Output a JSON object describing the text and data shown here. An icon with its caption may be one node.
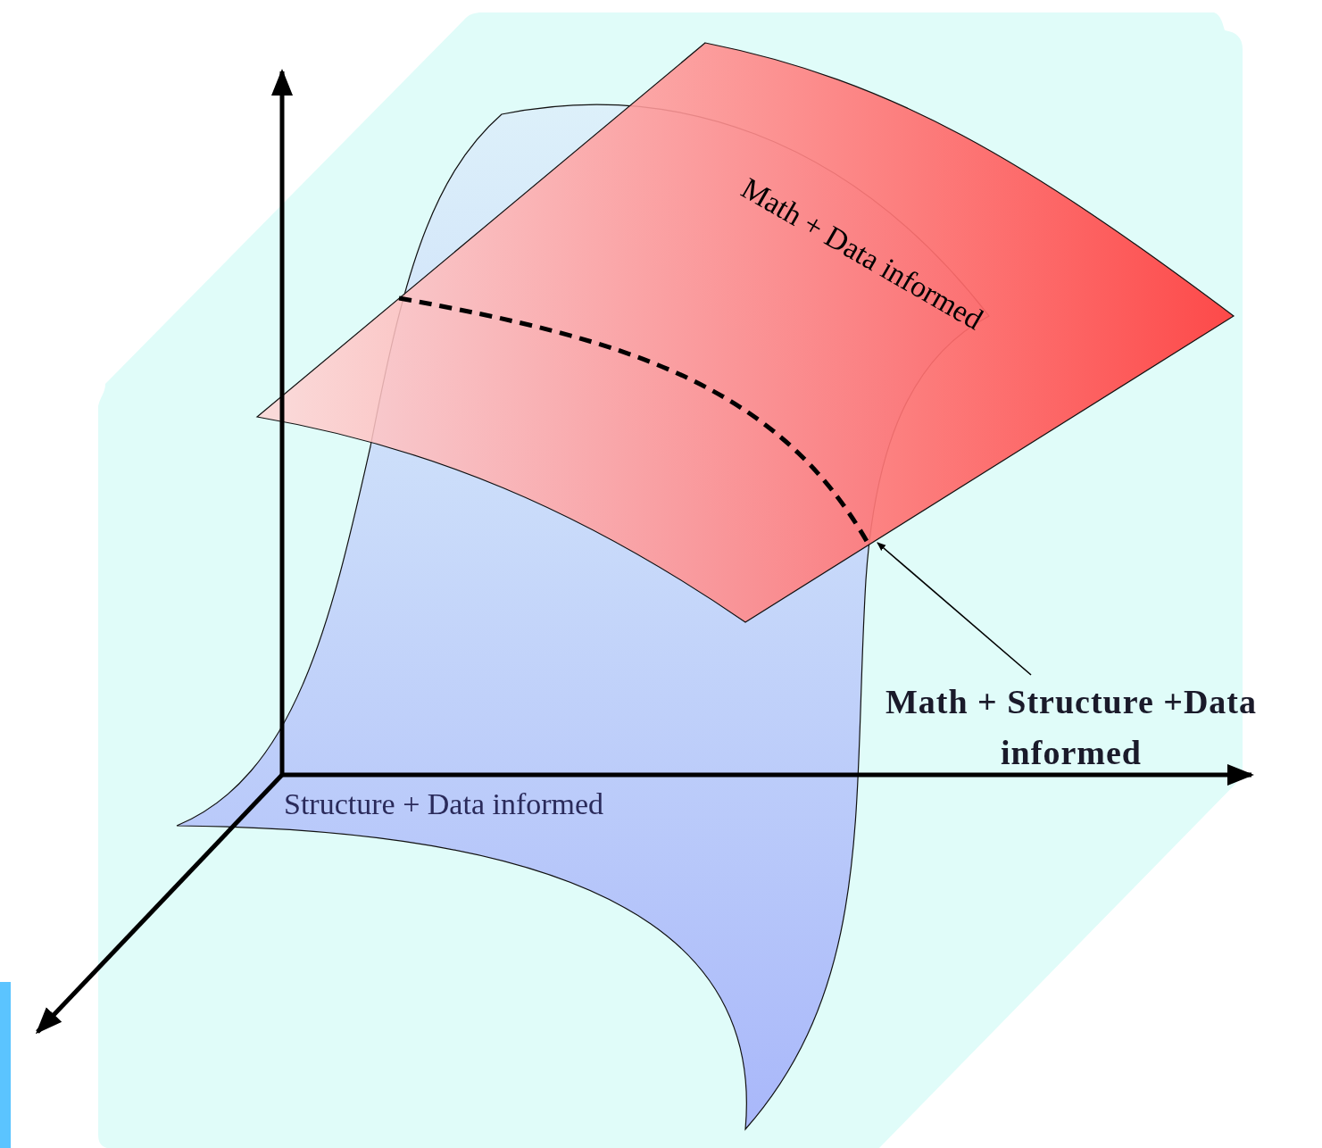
{
  "diagram": {
    "nodes": [
      {
        "text": [
          "Math + Data informed"
        ]
      },
      {
        "text": [
          "Structure + Data informed"
        ]
      },
      {
        "text": [
          "Math + Structure +Data informed"
        ]
      }
    ],
    "edges": [
      {
        "from": 2,
        "to": 0,
        "arrow": "to"
      }
    ]
  }
}
